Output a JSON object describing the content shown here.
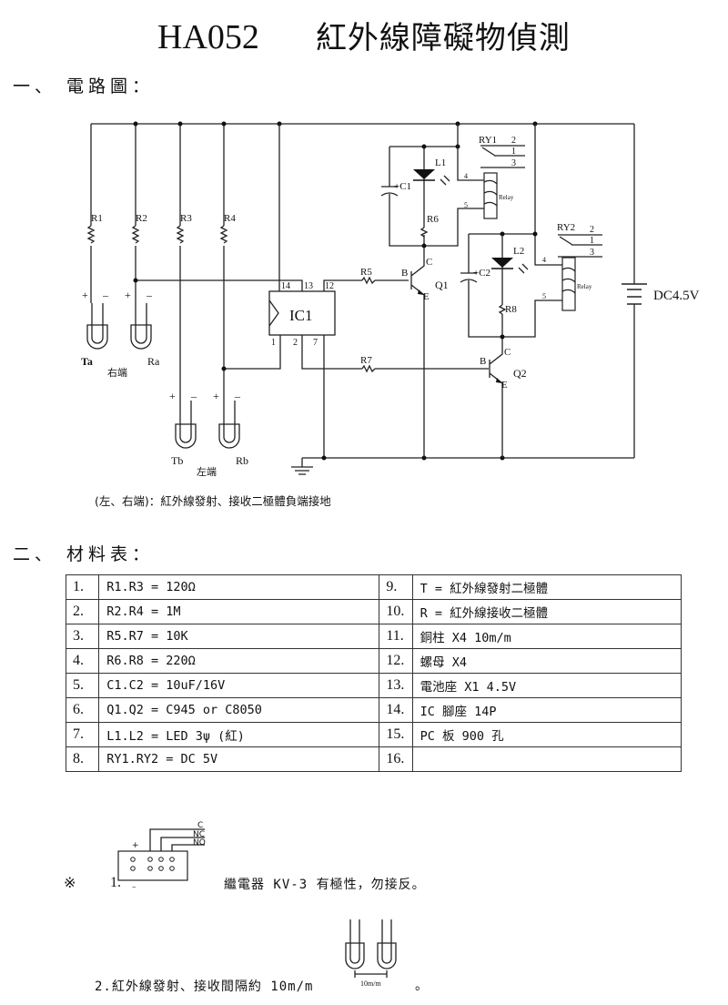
{
  "header": {
    "model": "HA052",
    "title": "紅外線障礙物偵測"
  },
  "sections": {
    "circuit": "一、 電路圖：",
    "materials": "二、 材料表："
  },
  "schematic": {
    "resistors": [
      "R1",
      "R2",
      "R3",
      "R4",
      "R5",
      "R6",
      "R7",
      "R8"
    ],
    "capacitors": [
      "C1",
      "C2"
    ],
    "capacitor_polarity": "+",
    "leds": [
      "L1",
      "L2"
    ],
    "transistors": [
      "Q1",
      "Q2"
    ],
    "transistor_pins": {
      "base": "B",
      "collector": "C",
      "emitter": "E"
    },
    "ic": {
      "label": "IC1",
      "pins": [
        "14",
        "13",
        "12",
        "1",
        "2",
        "7"
      ]
    },
    "relays": [
      {
        "name": "RY1",
        "pins": [
          "2",
          "1",
          "3",
          "4",
          "5"
        ],
        "label": "Relay"
      },
      {
        "name": "RY2",
        "pins": [
          "2",
          "1",
          "3",
          "4",
          "5"
        ],
        "label": "Relay"
      }
    ],
    "battery": "DC4.5V",
    "ir_pairs": [
      {
        "tx": "Ta",
        "rx": "Ra",
        "side": "右端"
      },
      {
        "tx": "Tb",
        "rx": "Rb",
        "side": "左端"
      }
    ],
    "polarity_plus": "+",
    "polarity_minus": "–"
  },
  "note": "(左、右端)：紅外線發射、接收二極體負端接地",
  "materials": [
    {
      "no": "1.",
      "item": "R1.R3 = 120Ω"
    },
    {
      "no": "2.",
      "item": "R2.R4 = 1M"
    },
    {
      "no": "3.",
      "item": "R5.R7 = 10K"
    },
    {
      "no": "4.",
      "item": "R6.R8 = 220Ω"
    },
    {
      "no": "5.",
      "item": "C1.C2 = 10uF/16V"
    },
    {
      "no": "6.",
      "item": "Q1.Q2 = C945 or C8050"
    },
    {
      "no": "7.",
      "item": "L1.L2 = LED 3ψ (紅)"
    },
    {
      "no": "8.",
      "item": "RY1.RY2 = DC 5V"
    },
    {
      "no": "9.",
      "item": "T = 紅外線發射二極體"
    },
    {
      "no": "10.",
      "item": "R = 紅外線接收二極體"
    },
    {
      "no": "11.",
      "item": "銅柱   X4  10m/m"
    },
    {
      "no": "12.",
      "item": "螺母   X4"
    },
    {
      "no": "13.",
      "item": "電池座 X1  4.5V"
    },
    {
      "no": "14.",
      "item": "IC 腳座 14P"
    },
    {
      "no": "15.",
      "item": "PC 板  900 孔"
    },
    {
      "no": "16.",
      "item": ""
    }
  ],
  "notes": {
    "mark": "※",
    "n1_num": "1.",
    "n1_text": "繼電器 KV-3 有極性，勿接反。",
    "relay_pins": {
      "c": "C",
      "nc": "NC",
      "no": "NO",
      "plus": "+",
      "minus": "–"
    },
    "n2_text": "2.紅外線發射、接收間隔約 10m/m",
    "n2_dim": "10m/m",
    "n2_end": "。"
  }
}
